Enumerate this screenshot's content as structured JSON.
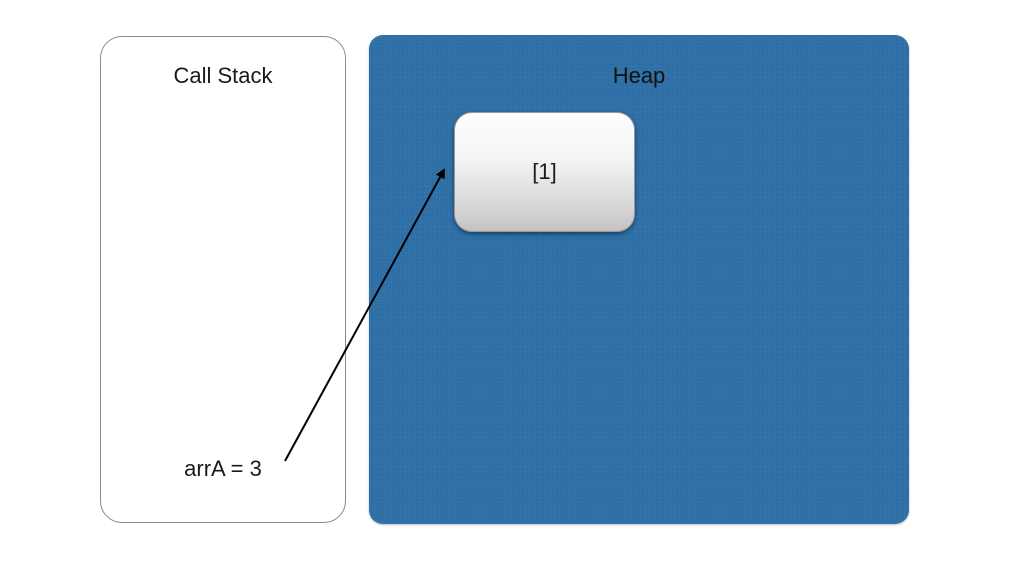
{
  "call_stack": {
    "title": "Call Stack",
    "variable": "arrA = 3"
  },
  "heap": {
    "title": "Heap",
    "object_value": "[1]"
  },
  "colors": {
    "heap_background": "#2d6fa6",
    "pointer_arrow": "#000000"
  }
}
